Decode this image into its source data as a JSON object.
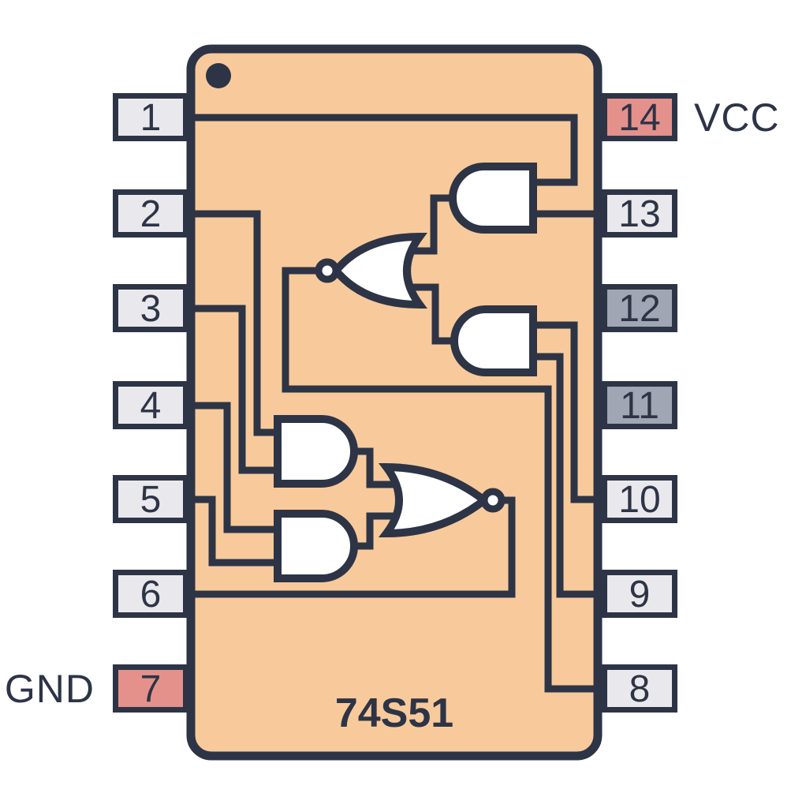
{
  "chip": {
    "label": "74S51",
    "package": "DIP-14",
    "pin1_marker": "dot-top-left"
  },
  "labels": {
    "vcc": "VCC",
    "gnd": "GND"
  },
  "pins": {
    "left": [
      {
        "number": "1",
        "type": "io"
      },
      {
        "number": "2",
        "type": "io"
      },
      {
        "number": "3",
        "type": "io"
      },
      {
        "number": "4",
        "type": "io"
      },
      {
        "number": "5",
        "type": "io"
      },
      {
        "number": "6",
        "type": "io"
      },
      {
        "number": "7",
        "type": "ground",
        "label": "GND"
      }
    ],
    "right": [
      {
        "number": "14",
        "type": "power",
        "label": "VCC"
      },
      {
        "number": "13",
        "type": "io"
      },
      {
        "number": "12",
        "type": "nc"
      },
      {
        "number": "11",
        "type": "nc"
      },
      {
        "number": "10",
        "type": "io"
      },
      {
        "number": "9",
        "type": "io"
      },
      {
        "number": "8",
        "type": "io"
      }
    ]
  },
  "gates": [
    {
      "id": "and-gate-1",
      "type": "AND",
      "facing": "left"
    },
    {
      "id": "and-gate-2",
      "type": "AND",
      "facing": "left"
    },
    {
      "id": "nor-gate-1",
      "type": "NOR",
      "facing": "left"
    },
    {
      "id": "and-gate-3",
      "type": "AND",
      "facing": "right"
    },
    {
      "id": "and-gate-4",
      "type": "AND",
      "facing": "right"
    },
    {
      "id": "nor-gate-2",
      "type": "NOR",
      "facing": "right"
    }
  ],
  "connections": [
    "pin1 -> and-gate-1.inA",
    "pin13 -> and-gate-1.inB",
    "pin10 -> and-gate-2.inA",
    "pin9 -> and-gate-2.inB",
    "and-gate-1.out -> nor-gate-1.in1",
    "and-gate-2.out -> nor-gate-1.in2",
    "nor-gate-1.out -> pin8",
    "pin2 -> and-gate-3.inA",
    "pin3 -> and-gate-3.inB",
    "pin4 -> and-gate-4.inA",
    "pin5 -> and-gate-4.inB",
    "and-gate-3.out -> nor-gate-2.in1",
    "and-gate-4.out -> nor-gate-2.in2",
    "nor-gate-2.out -> pin6"
  ],
  "colors": {
    "navy": "#2d3446",
    "chip_body": "#f8ca9b",
    "io_pin": "#e9e9ed",
    "nc_pin": "#a1a6b4",
    "power_pin": "#e4918c",
    "gate_fill": "#ffffff",
    "wire": "#2d3446",
    "background": "#ffffff"
  }
}
